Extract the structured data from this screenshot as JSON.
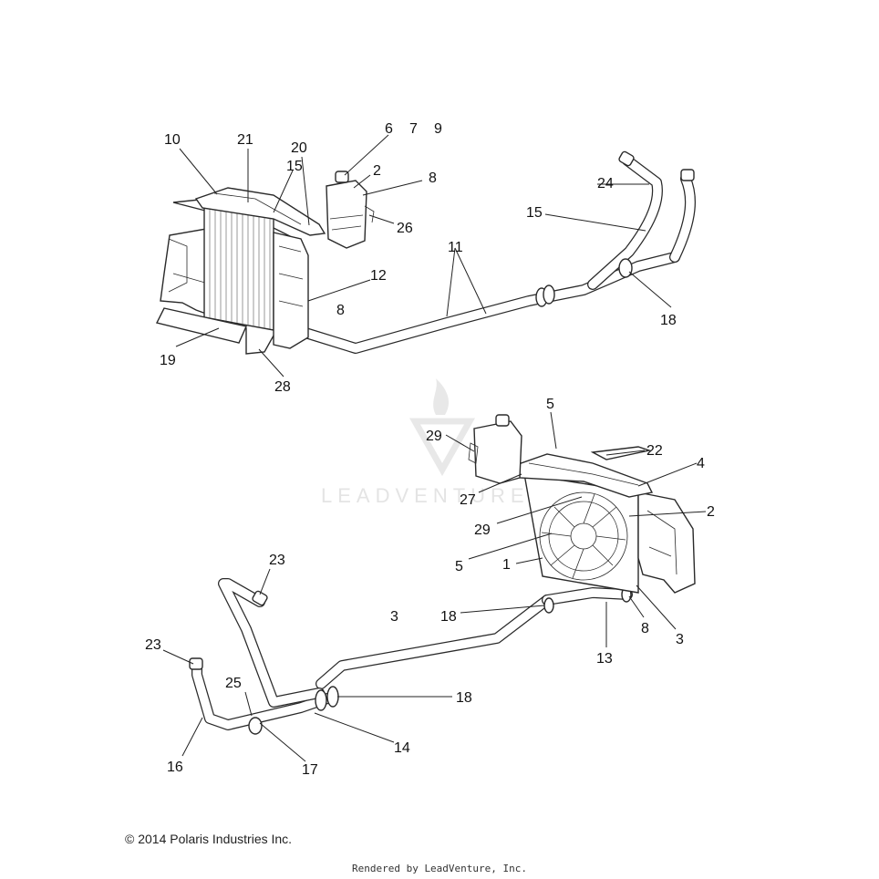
{
  "callouts": {
    "c1": "6",
    "c2": "7",
    "c3": "9",
    "c4": "10",
    "c5": "21",
    "c6": "20",
    "c7": "15",
    "c8": "2",
    "c9": "8",
    "c10": "26",
    "c11": "24",
    "c12": "15",
    "c13": "11",
    "c14": "12",
    "c15": "8",
    "c16": "18",
    "c17": "19",
    "c18": "28",
    "c19": "5",
    "c20": "29",
    "c21": "22",
    "c22": "4",
    "c23": "27",
    "c24": "2",
    "c25": "29",
    "c26": "5",
    "c27": "1",
    "c28": "23",
    "c29": "18",
    "c30": "3",
    "c31": "8",
    "c32": "3",
    "c33": "13",
    "c34": "23",
    "c35": "25",
    "c36": "18",
    "c37": "14",
    "c38": "16",
    "c39": "17"
  },
  "watermark": "LEADVENTURE",
  "footer": {
    "copyright": "© 2014 Polaris Industries Inc.",
    "rendered_by": "Rendered by LeadVenture, Inc."
  }
}
